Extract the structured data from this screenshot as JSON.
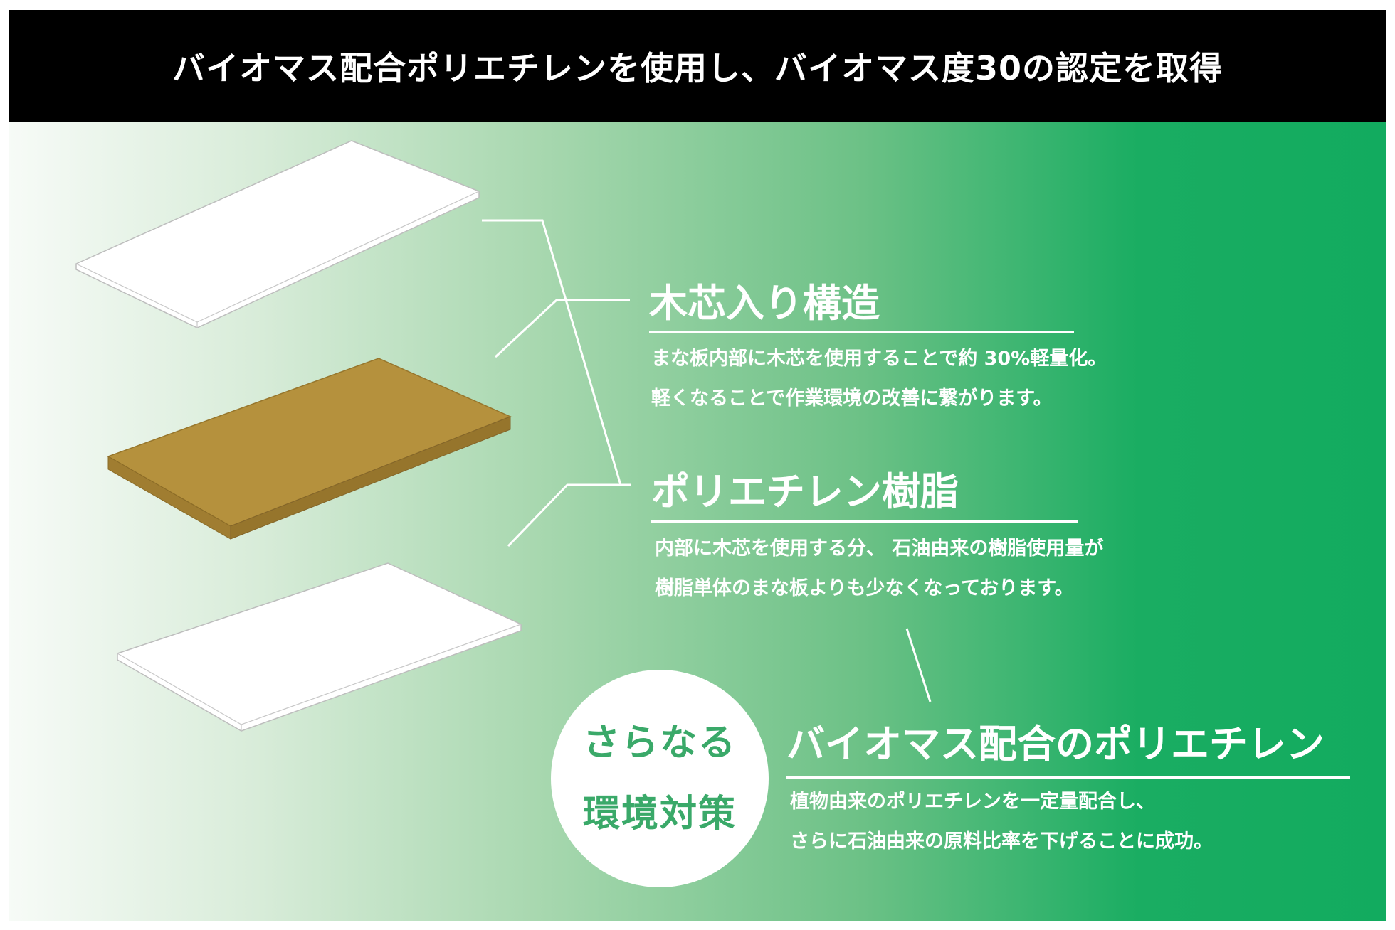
{
  "banner": {
    "title": "バイオマス配合ポリエチレンを使用し、バイオマス度30の認定を取得"
  },
  "colors": {
    "banner_bg": "#000000",
    "panel_gradient_start": "#f7fbf7",
    "panel_gradient_end": "#12ab5f",
    "wood_core": "#b5913d",
    "badge_text": "#3aa969"
  },
  "sections": [
    {
      "heading": "木芯入り構造",
      "lines": [
        "まな板内部に木芯を使用することで約 30%軽量化。",
        "軽くなることで作業環境の改善に繋がります。"
      ]
    },
    {
      "heading": "ポリエチレン樹脂",
      "lines": [
        "内部に木芯を使用する分、 石油由来の樹脂使用量が",
        "樹脂単体のまな板よりも少なくなっております。"
      ]
    },
    {
      "heading": "バイオマス配合のポリエチレン",
      "lines": [
        "植物由来のポリエチレンを一定量配合し、",
        "さらに石油由来の原料比率を下げることに成功。"
      ]
    }
  ],
  "badge": {
    "line1": "さらなる",
    "line2": "環境対策"
  }
}
